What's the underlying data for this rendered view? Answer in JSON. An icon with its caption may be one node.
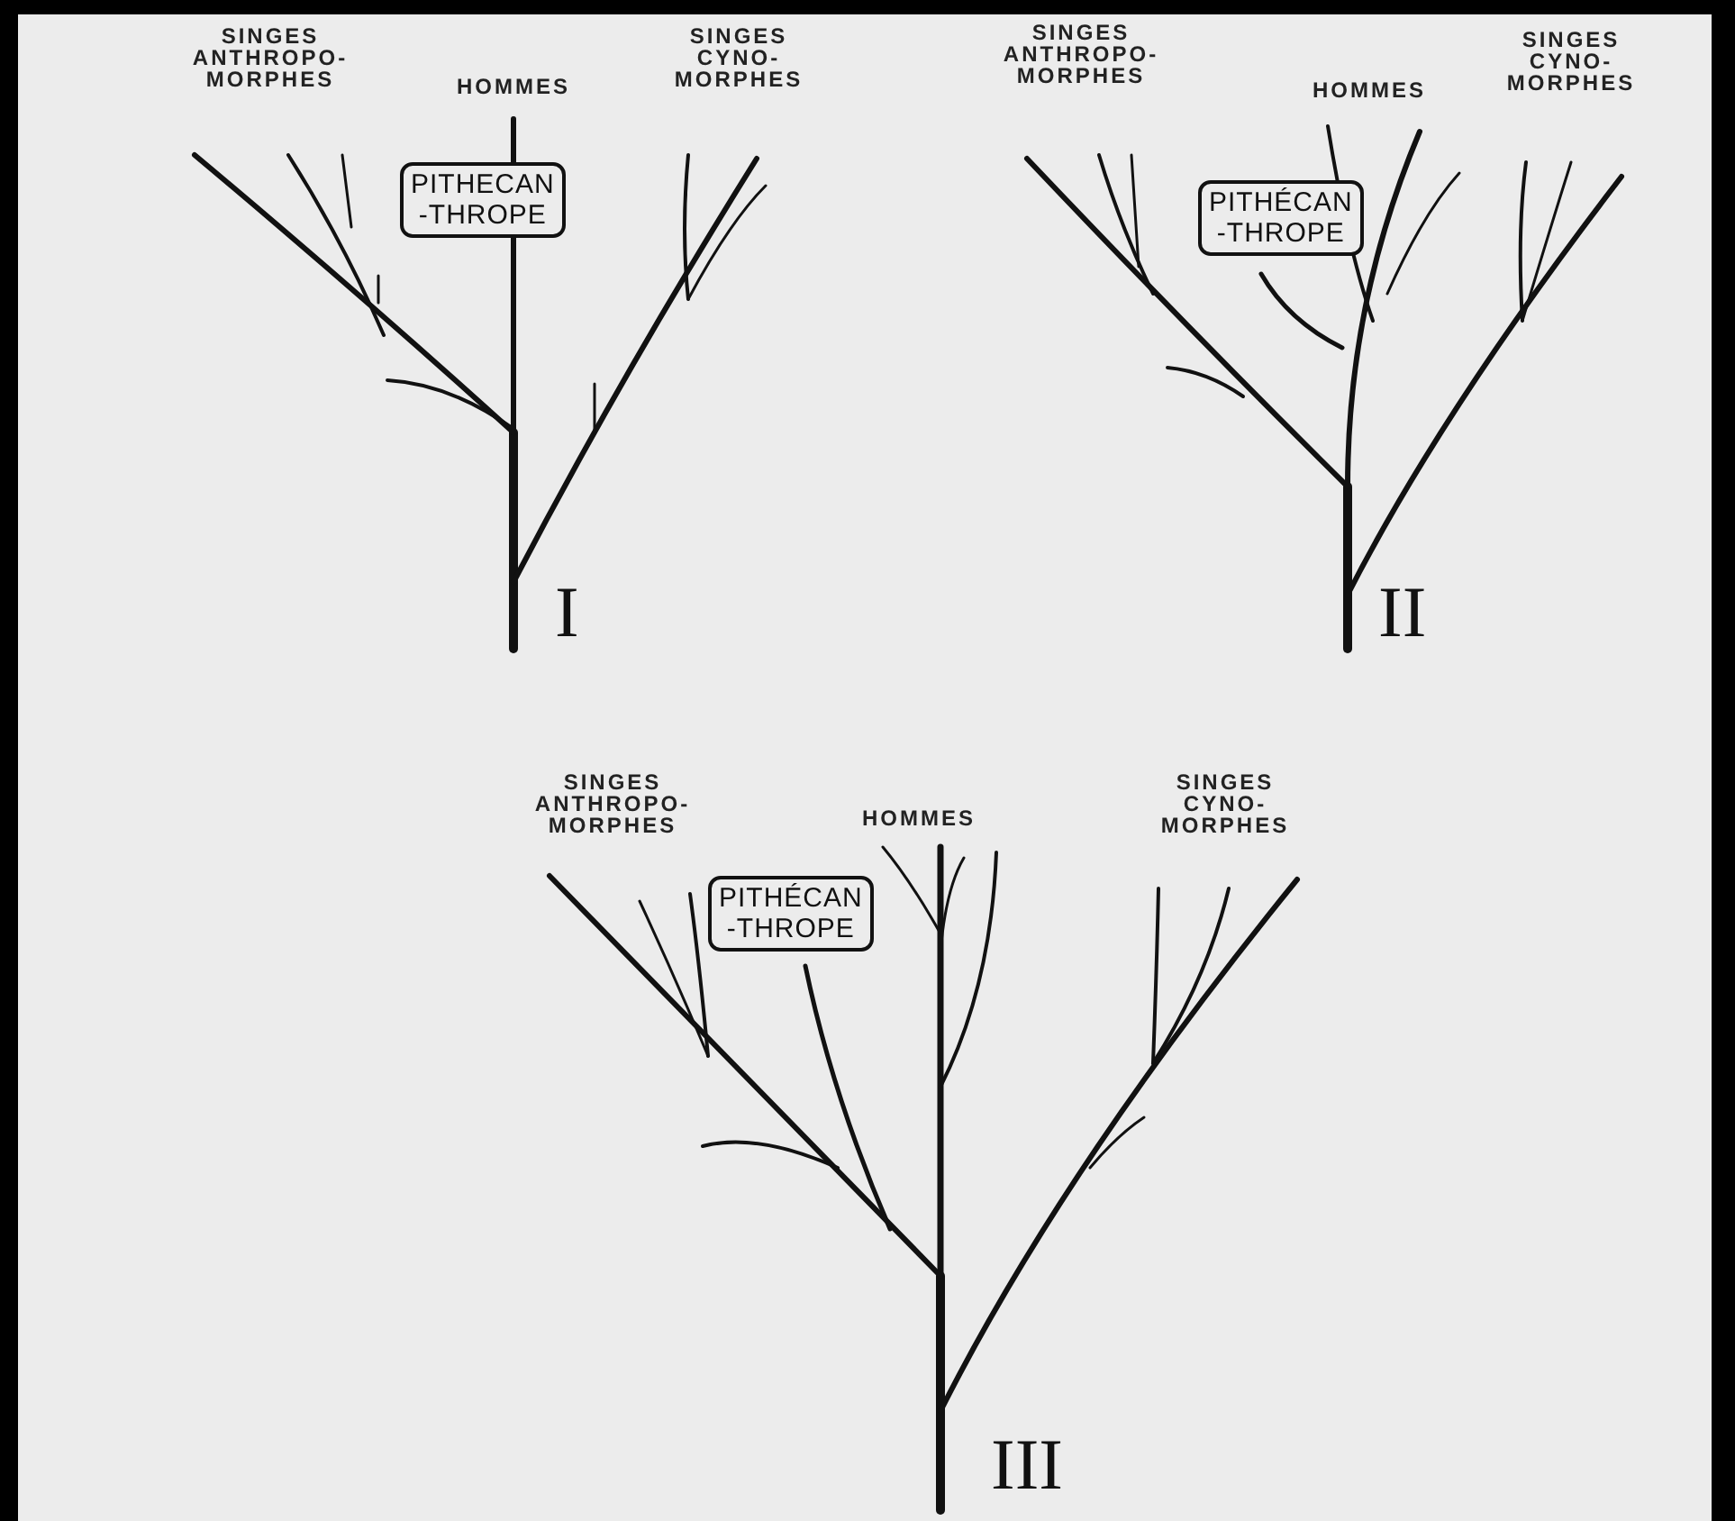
{
  "diagram": {
    "nodes": [
      {
        "text": [
          "PITHECAN -THROPE"
        ]
      },
      {
        "text": [
          "PITHÉCAN -THROPE"
        ]
      },
      {
        "text": [
          "PITHÉCAN -THROPE"
        ]
      }
    ],
    "edges": [],
    "labels": [
      "SINGES ANTHROPO- MORPHES",
      "HOMMES",
      "SINGES CYNO- MORPHES",
      "SINGES ANTHROPO- MORPHES",
      "HOMMES",
      "SINGES CYNO- MORPHES",
      "I",
      "II",
      "SINGES ANTHROPO- MORPHES",
      "HOMMES",
      "SINGES CYNO- MORPHES",
      "III"
    ]
  }
}
